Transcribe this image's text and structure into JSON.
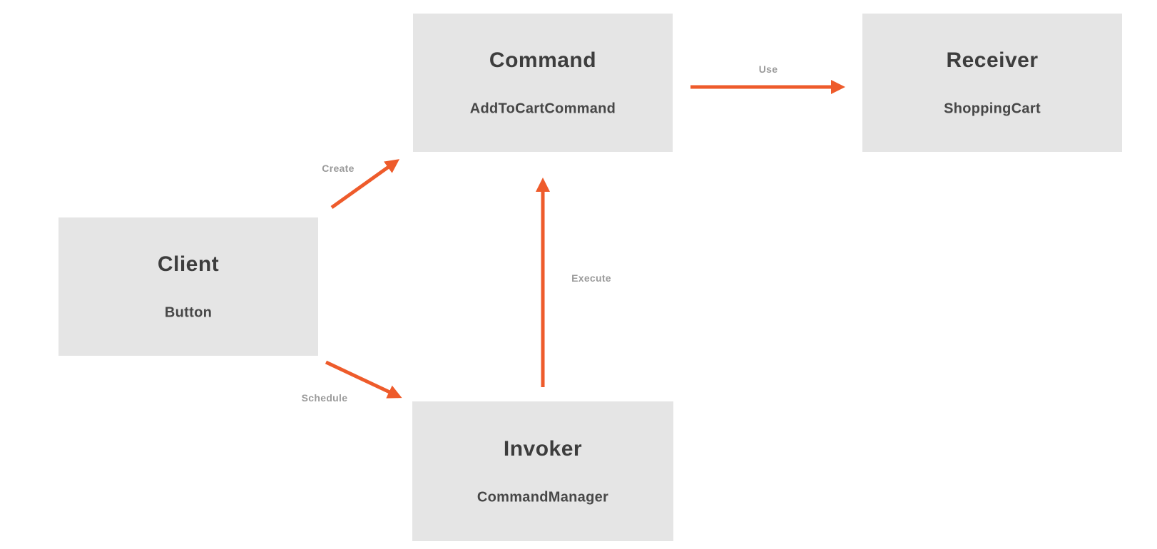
{
  "diagram": {
    "type": "diagram",
    "nodes": [
      {
        "id": "command",
        "title": "Command",
        "subtitle": "AddToCartCommand"
      },
      {
        "id": "receiver",
        "title": "Receiver",
        "subtitle": "ShoppingCart"
      },
      {
        "id": "client",
        "title": "Client",
        "subtitle": "Button"
      },
      {
        "id": "invoker",
        "title": "Invoker",
        "subtitle": "CommandManager"
      }
    ],
    "edges": [
      {
        "id": "create",
        "label": "Create",
        "from": "client",
        "to": "command"
      },
      {
        "id": "use",
        "label": "Use",
        "from": "command",
        "to": "receiver"
      },
      {
        "id": "execute",
        "label": "Execute",
        "from": "invoker",
        "to": "command"
      },
      {
        "id": "schedule",
        "label": "Schedule",
        "from": "client",
        "to": "invoker"
      }
    ],
    "colors": {
      "background": "#ffffff",
      "box_fill": "#e5e5e5",
      "title_text": "#3d3d3d",
      "subtitle_text": "#474747",
      "edge_label_text": "#9b9b9b",
      "arrow": "#ee5b2b"
    }
  }
}
